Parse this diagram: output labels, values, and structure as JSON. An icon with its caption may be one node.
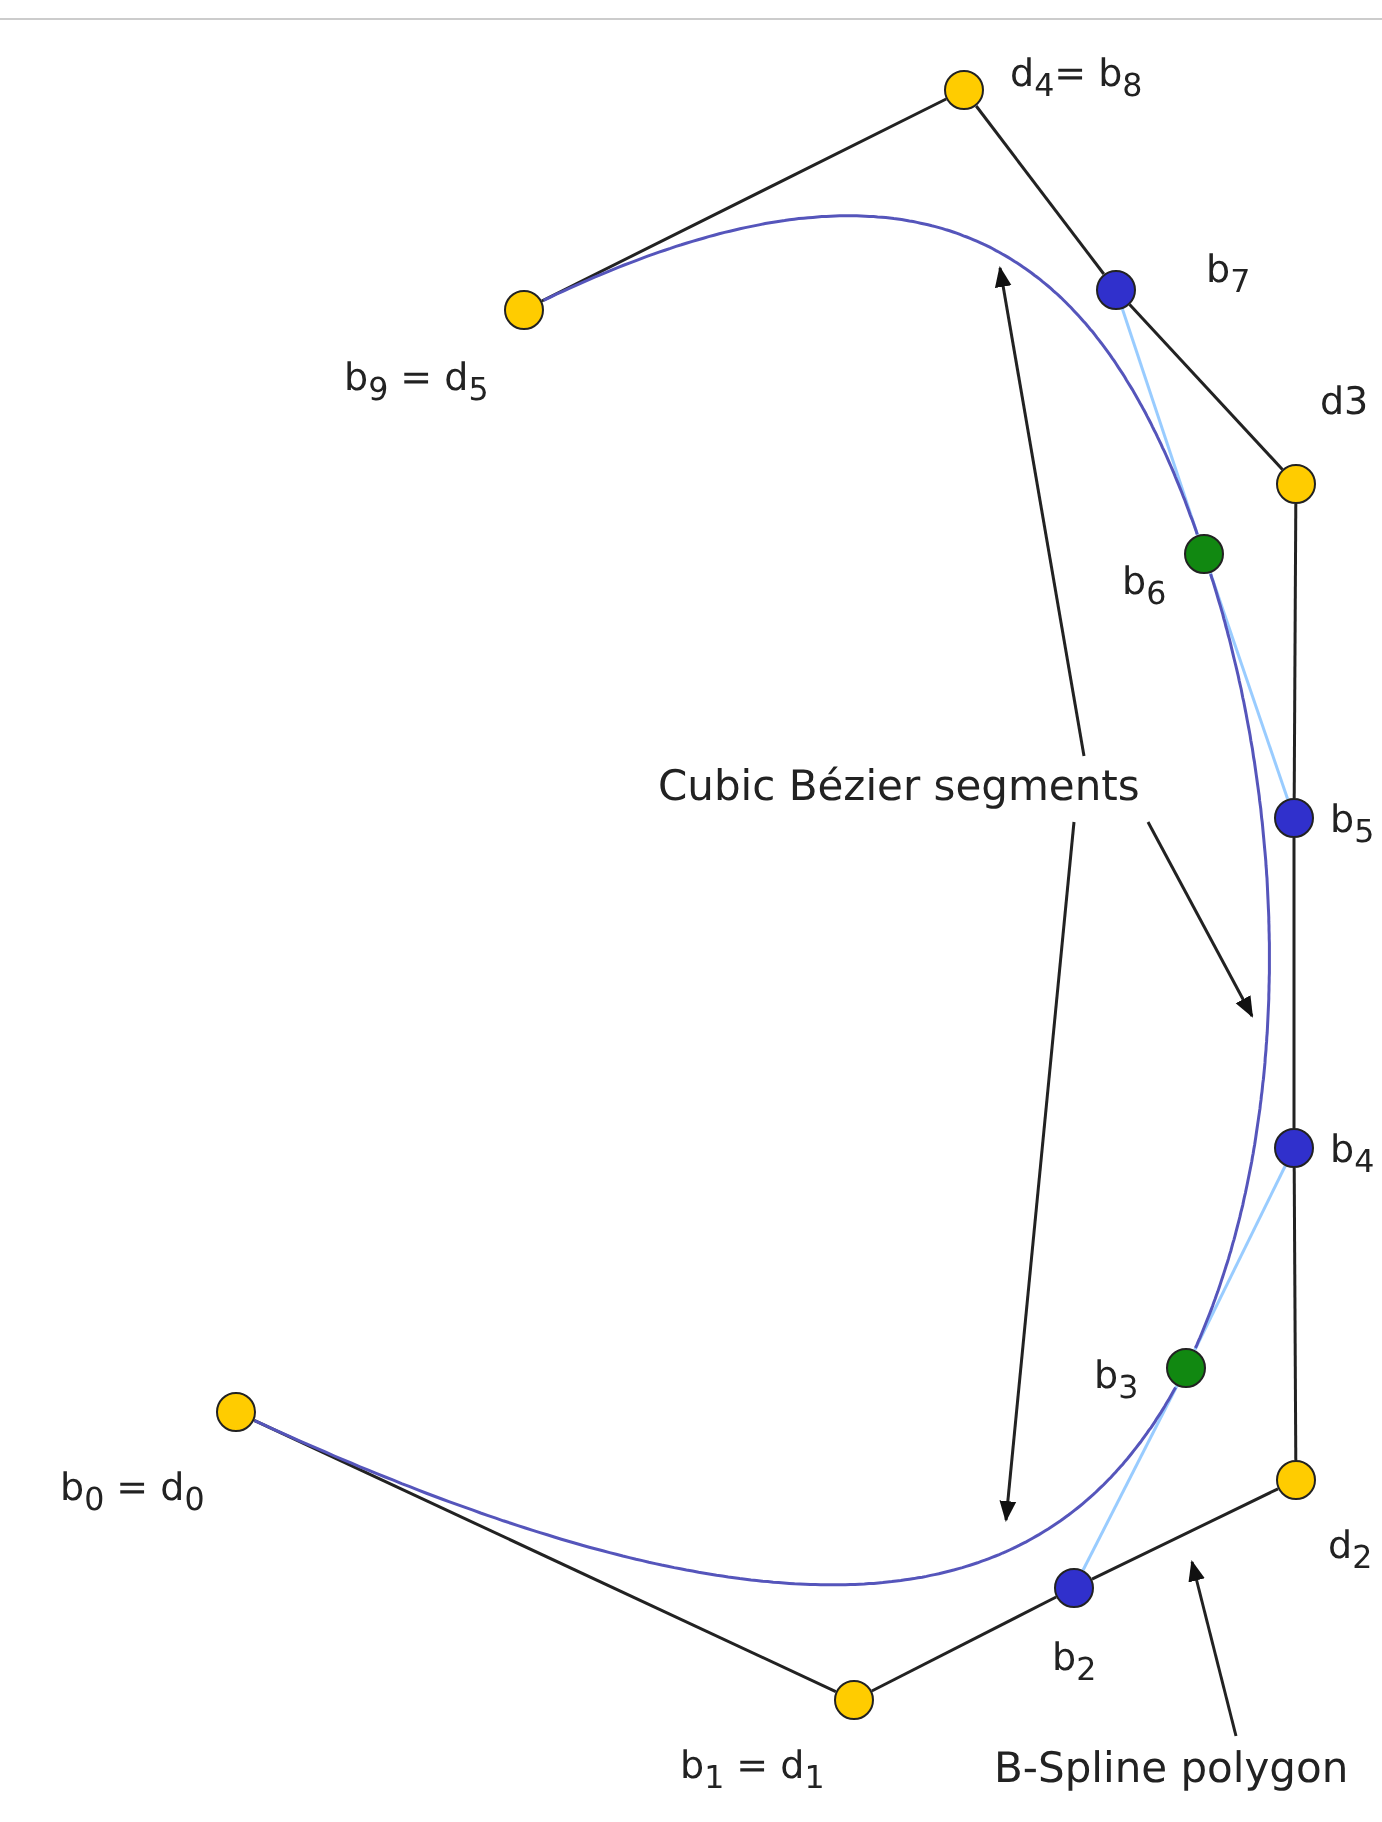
{
  "diagram": {
    "nodes": [
      {
        "text": [],
        "shape": "circle",
        "beside": [
          "b$_{0}$ = d$_{0}$"
        ]
      },
      {
        "text": [],
        "shape": "circle",
        "beside": [
          "b$_{1}$ = d$_{1}$"
        ]
      },
      {
        "text": [],
        "shape": "circle",
        "beside": [
          "b$_{2}$"
        ]
      },
      {
        "text": [],
        "shape": "circle",
        "beside": [
          "d$_{2}$"
        ]
      },
      {
        "text": [],
        "shape": "circle",
        "beside": [
          "b$_{3}$"
        ]
      },
      {
        "text": [],
        "shape": "circle",
        "beside": [
          "b$_{4}$"
        ]
      },
      {
        "text": [],
        "shape": "circle",
        "beside": [
          "b$_{5}$"
        ]
      },
      {
        "text": [],
        "shape": "circle",
        "beside": [
          "d3"
        ]
      },
      {
        "text": [],
        "shape": "circle",
        "beside": [
          "b$_{6}$"
        ]
      },
      {
        "text": [],
        "shape": "circle",
        "beside": [
          "b$_{7}$"
        ]
      },
      {
        "text": [],
        "shape": "circle",
        "beside": [
          "d$_{4}$= b$_{8}$"
        ]
      },
      {
        "text": [],
        "shape": "circle",
        "beside": [
          "b$_{9}$ = d$_{5}$"
        ]
      },
      {
        "text": [
          "Cubic Bézier segments"
        ]
      },
      {
        "text": [
          "B-Spline polygon"
        ]
      }
    ],
    "edges": [
      {
        "from": 0,
        "to": 1,
        "arrow": "none"
      },
      {
        "from": 1,
        "to": 2,
        "arrow": "none"
      },
      {
        "from": 2,
        "to": 3,
        "arrow": "none"
      },
      {
        "from": 3,
        "to": 5,
        "arrow": "none"
      },
      {
        "from": 5,
        "to": 6,
        "arrow": "none"
      },
      {
        "from": 6,
        "to": 7,
        "arrow": "none"
      },
      {
        "from": 7,
        "to": 9,
        "arrow": "none"
      },
      {
        "from": 9,
        "to": 10,
        "arrow": "none"
      },
      {
        "from": 10,
        "to": 11,
        "arrow": "none"
      },
      {
        "from": 2,
        "to": 4,
        "arrow": "none",
        "color": "#99ccff"
      },
      {
        "from": 4,
        "to": 5,
        "arrow": "none",
        "color": "#99ccff"
      },
      {
        "from": 6,
        "to": 8,
        "arrow": "none",
        "color": "#99ccff"
      },
      {
        "from": 8,
        "to": 9,
        "arrow": "none",
        "color": "#99ccff"
      },
      {
        "from": 0,
        "to": 4,
        "arrow": "none",
        "color": "#5555bb"
      },
      {
        "from": 4,
        "to": 8,
        "arrow": "none",
        "color": "#5555bb"
      },
      {
        "from": 8,
        "to": 11,
        "arrow": "none",
        "color": "#5555bb"
      },
      {
        "from": 12,
        "to": null,
        "arrow": "to"
      },
      {
        "from": 12,
        "to": null,
        "arrow": "to"
      },
      {
        "from": 12,
        "to": null,
        "arrow": "to"
      },
      {
        "from": 13,
        "to": null,
        "arrow": "to"
      }
    ]
  }
}
